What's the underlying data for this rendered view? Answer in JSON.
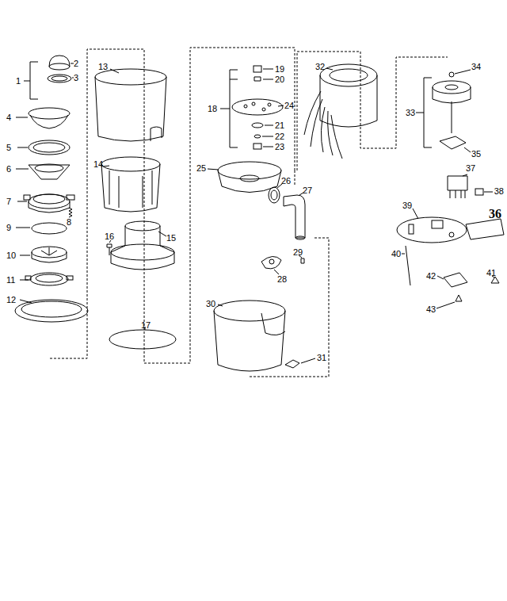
{
  "diagram": {
    "labels": [
      "1",
      "2",
      "3",
      "4",
      "5",
      "6",
      "7",
      "8",
      "9",
      "10",
      "11",
      "12",
      "13",
      "14",
      "15",
      "16",
      "17",
      "18",
      "19",
      "20",
      "24",
      "21",
      "22",
      "23",
      "25",
      "26",
      "27",
      "28",
      "29",
      "30",
      "31",
      "32",
      "33",
      "34",
      "35",
      "36",
      "37",
      "38",
      "39",
      "40",
      "41",
      "42",
      "43"
    ]
  }
}
